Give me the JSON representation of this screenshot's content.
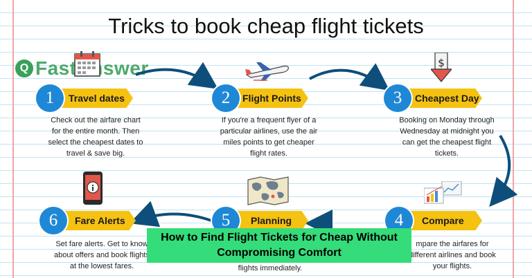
{
  "title": "Tricks to book cheap flight tickets",
  "logo": {
    "mark": "Q",
    "text": "FastAnswer"
  },
  "steps": [
    {
      "number": "1",
      "label": "Travel dates",
      "desc": [
        "Check out the airfare chart",
        "for the entire month. Then",
        "select the cheapest dates to",
        "travel & save big."
      ],
      "icon": "calendar-icon"
    },
    {
      "number": "2",
      "label": "Flight Points",
      "desc": [
        "If you're a frequent flyer of a",
        "particular airlines, use the air",
        "miles points to get cheaper",
        "flight rates."
      ],
      "icon": "airplane-icon"
    },
    {
      "number": "3",
      "label": "Cheapest Day",
      "desc": [
        "Booking on Monday through",
        "Wednesday at midnight you",
        "can get the cheapest flight",
        "tickets."
      ],
      "icon": "price-down-icon"
    },
    {
      "number": "4",
      "label": "Compare",
      "desc": [
        "mpare the airfares for",
        "different airlines and book",
        "your flights."
      ],
      "icon": "charts-icon"
    },
    {
      "number": "5",
      "label": "Planning",
      "desc": [
        "flights immediately."
      ],
      "icon": "map-icon"
    },
    {
      "number": "6",
      "label": "Fare Alerts",
      "desc": [
        "Set fare alerts. Get to know",
        "about offers and book flights",
        "at the lowest fares."
      ],
      "icon": "phone-alert-icon"
    }
  ],
  "banner": {
    "line1": "How to Find Flight Tickets for Cheap Without",
    "line2": "Compromising Comfort"
  },
  "colors": {
    "circle": "#1e88d6",
    "label_bar": "#f5c211",
    "banner": "#35dc7a",
    "arrow": "#0d4f7a"
  }
}
